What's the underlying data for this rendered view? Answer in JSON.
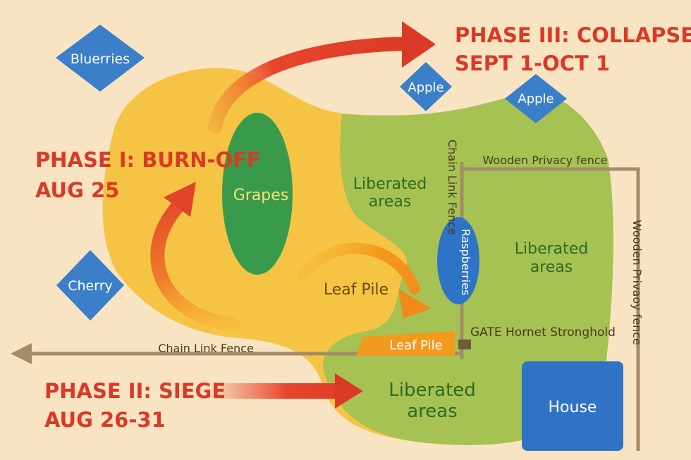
{
  "colors": {
    "background": "#f8e4c3",
    "burn_zone": "#f6c444",
    "liberated_zone": "#a5c253",
    "phase_text": "#d93a26",
    "green_text": "#2e6b23",
    "brown_text": "#4a3a1e",
    "fence": "#a48c6a",
    "tree_blue": "#3b7fc9",
    "grapes": "#3a9a4b",
    "leaf_pile_orange": "#f39a1e",
    "house": "#2f73c6"
  },
  "phases": {
    "one": {
      "title": "PHASE I: BURN-OFF",
      "date": "AUG 25"
    },
    "two": {
      "title": "PHASE II: SIEGE",
      "date": "AUG 26-31"
    },
    "three": {
      "title": "PHASE III: COLLAPSE",
      "date": "SEPT 1-OCT 1"
    }
  },
  "trees": {
    "blueberries": "Bluerries",
    "apple_left": "Apple",
    "apple_right": "Apple",
    "cherry": "Cherry"
  },
  "plants": {
    "grapes": "Grapes",
    "raspberries": "Raspberries"
  },
  "areas": {
    "liberated_top": [
      "Liberated",
      "areas"
    ],
    "liberated_right": [
      "Liberated",
      "areas"
    ],
    "liberated_bottom": [
      "Liberated",
      "areas"
    ]
  },
  "leaf_piles": {
    "center": "Leaf Pile",
    "fence_box": "Leaf Pile"
  },
  "fences": {
    "chain_link_horizontal": "Chain Link Fence",
    "chain_link_vertical": "Chain Link Fence",
    "wooden_top": "Wooden Privacy fence",
    "wooden_right": "Wooden Privaoy fence"
  },
  "gate": "GATE Hornet Stronghold",
  "house": "House",
  "icons": {
    "phase_arrow": "arrow-icon",
    "tree": "diamond-icon"
  }
}
